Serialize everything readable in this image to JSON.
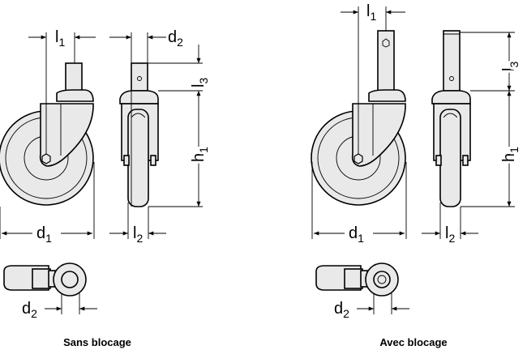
{
  "left_caption": "Sans blocage",
  "right_caption": "Avec blocage",
  "labels": {
    "l": "l",
    "d": "d",
    "h": "h",
    "one": "1",
    "two": "2",
    "three": "3"
  }
}
